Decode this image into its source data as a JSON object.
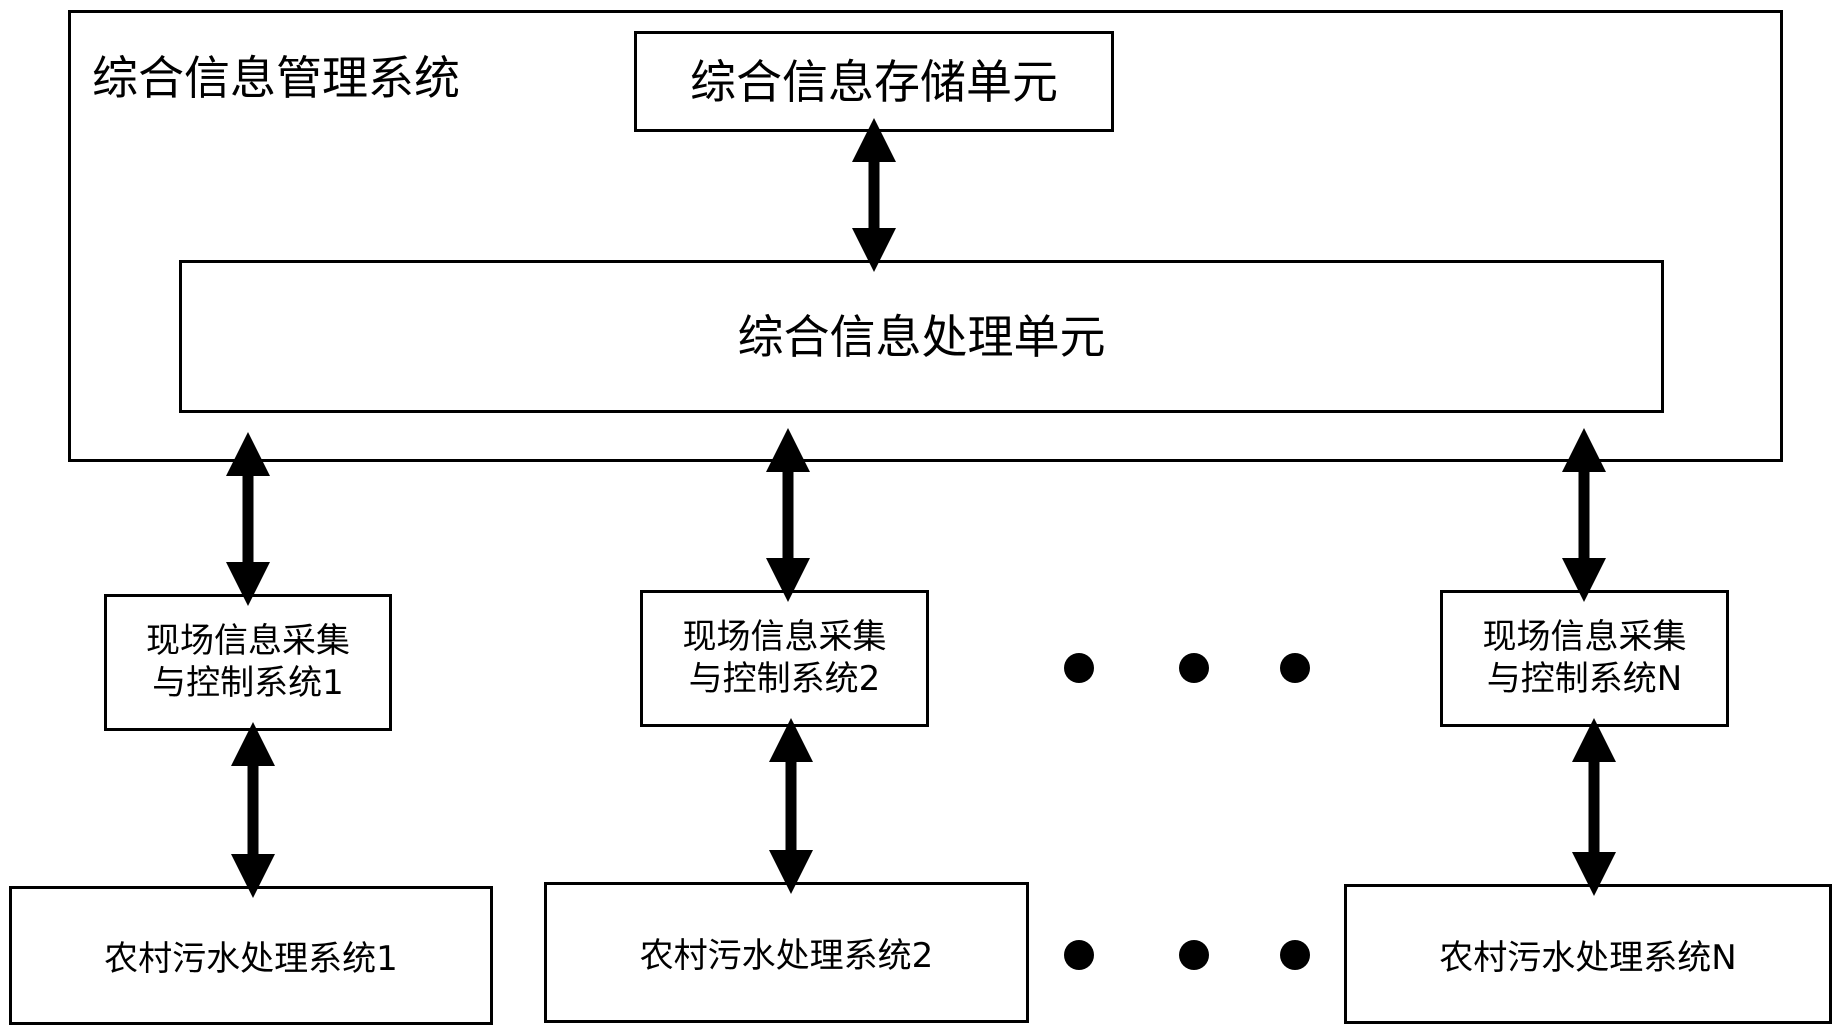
{
  "management_system": {
    "title": "综合信息管理系统",
    "storage_unit": "综合信息存储单元",
    "processing_unit": "综合信息处理单元"
  },
  "field_systems": [
    {
      "line1": "现场信息采集",
      "line2": "与控制系统1"
    },
    {
      "line1": "现场信息采集",
      "line2": "与控制系统2"
    },
    {
      "line1": "现场信息采集",
      "line2": "与控制系统N"
    }
  ],
  "sewage_systems": [
    {
      "label": "农村污水处理系统1"
    },
    {
      "label": "农村污水处理系统2"
    },
    {
      "label": "农村污水处理系统N"
    }
  ],
  "colors": {
    "line": "#000000",
    "background": "#ffffff"
  }
}
